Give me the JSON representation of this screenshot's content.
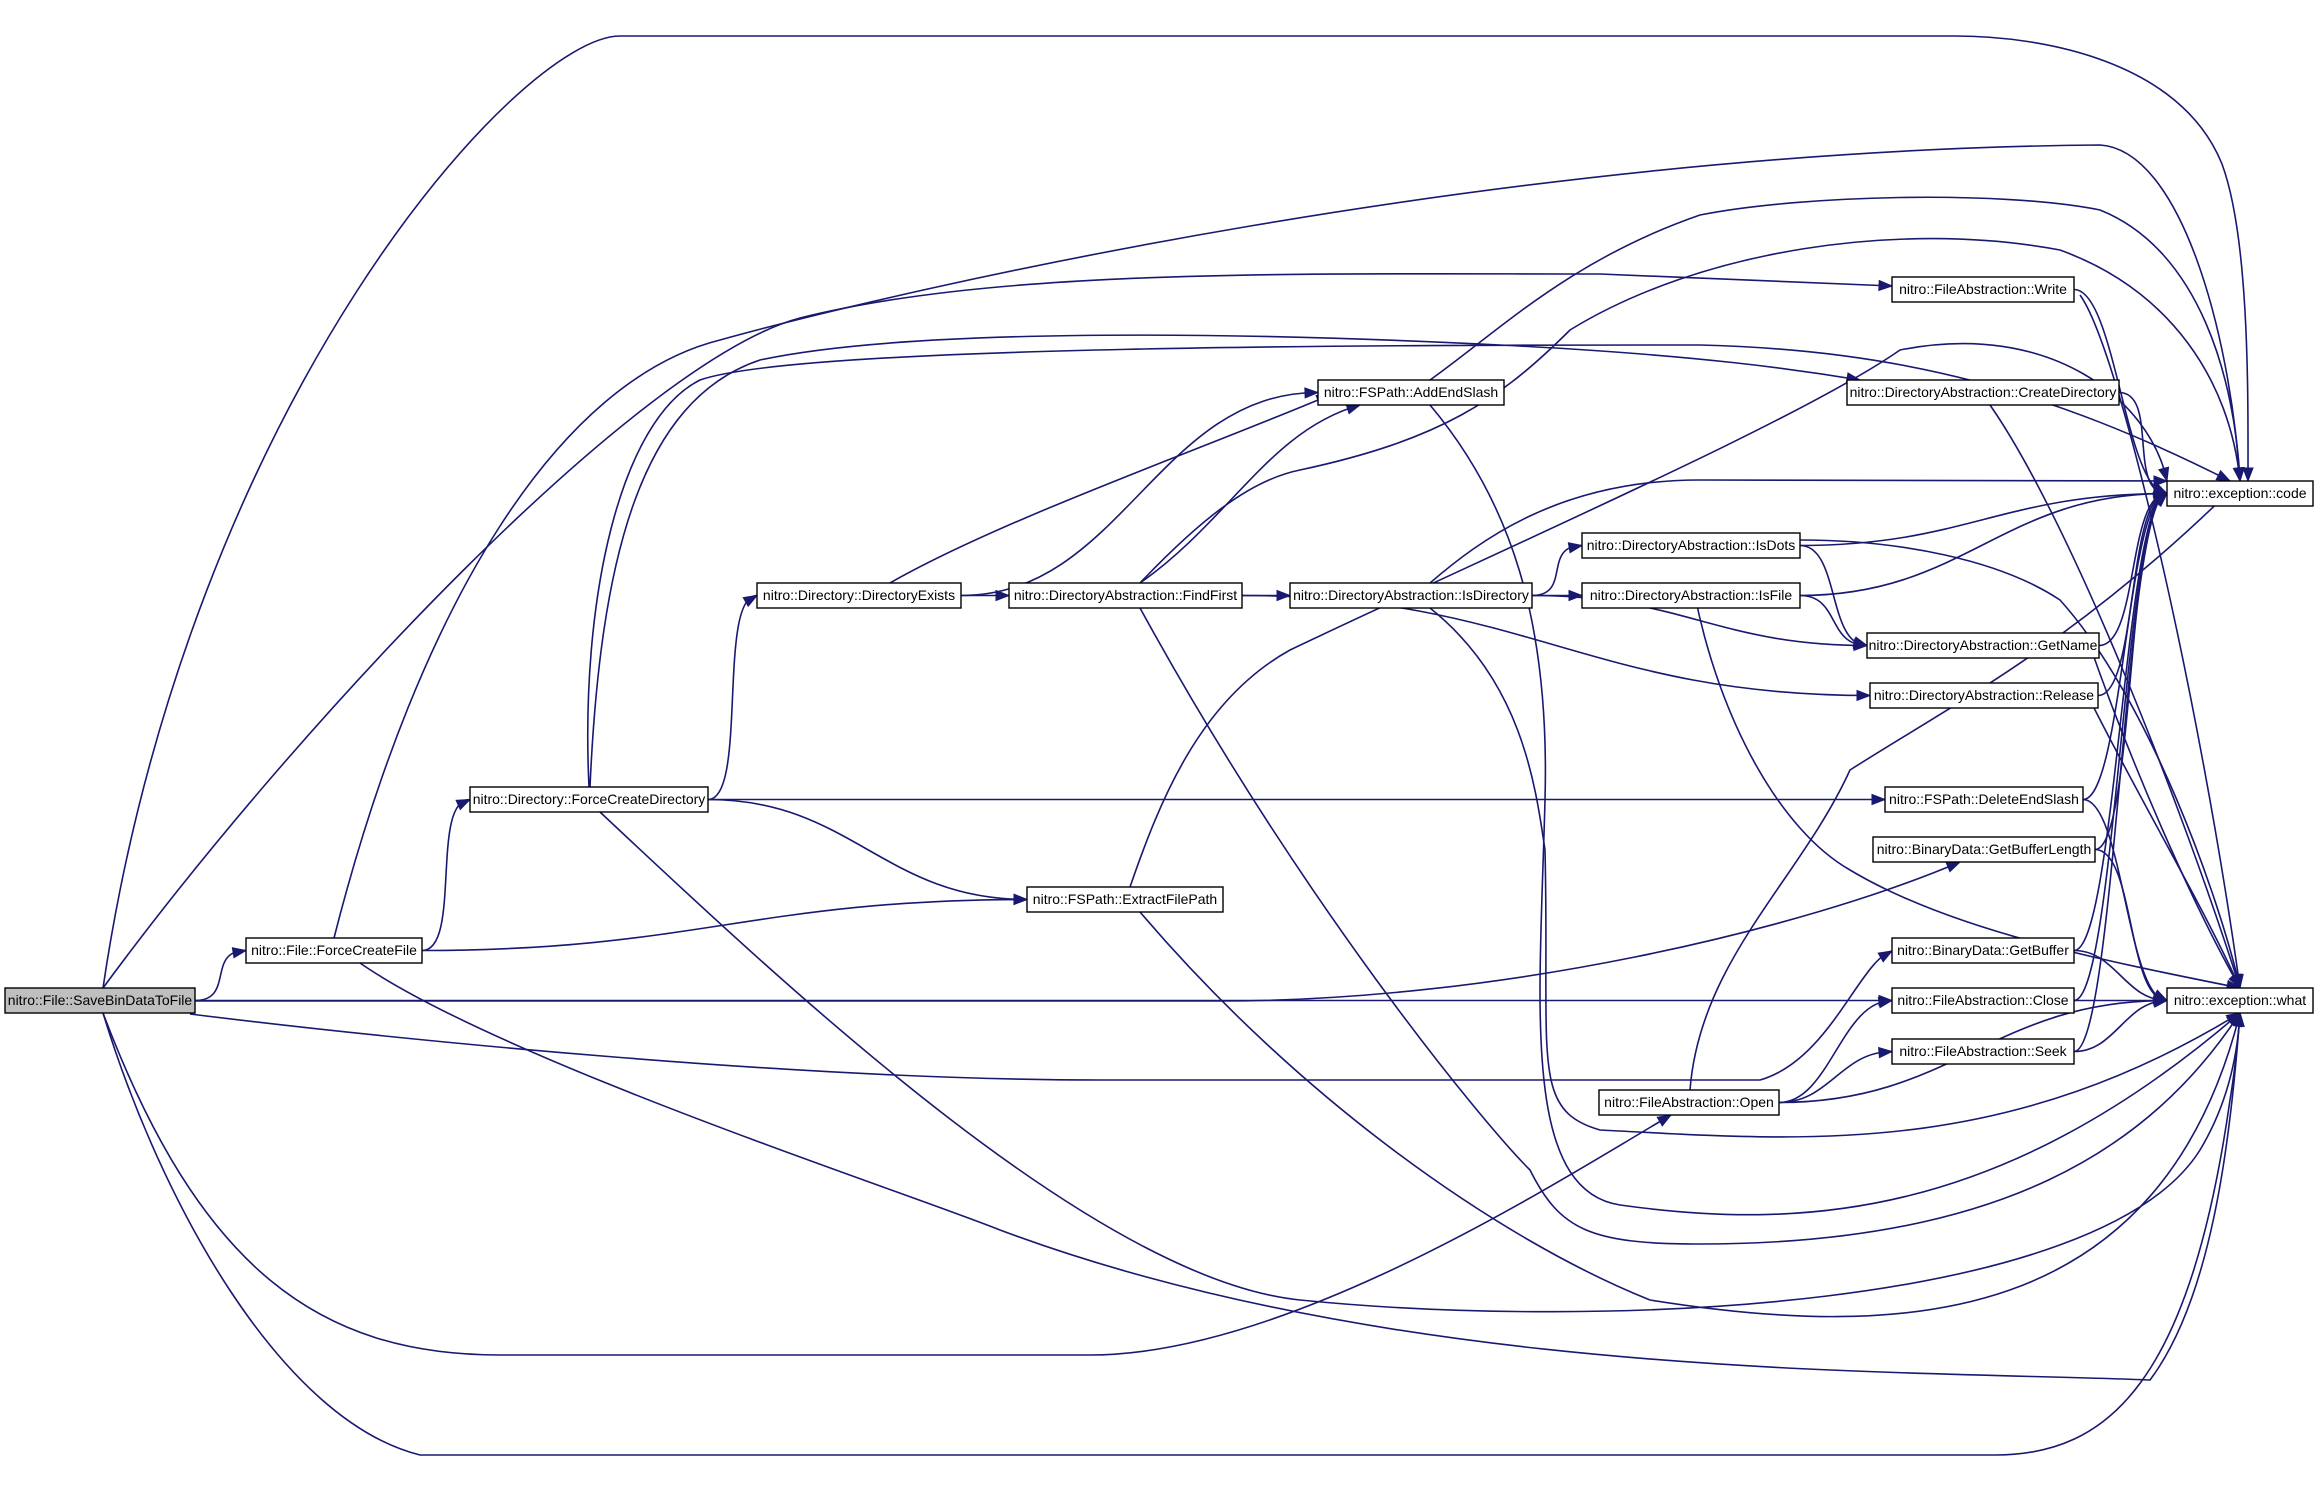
{
  "graph": {
    "nodes": [
      {
        "id": "savebin",
        "label": "nitro::File::SaveBinDataToFile",
        "root": true
      },
      {
        "id": "forcecreatefile",
        "label": "nitro::File::ForceCreateFile"
      },
      {
        "id": "forcecreatedir",
        "label": "nitro::Directory::ForceCreateDirectory"
      },
      {
        "id": "direxists",
        "label": "nitro::Directory::DirectoryExists"
      },
      {
        "id": "findfirst",
        "label": "nitro::DirectoryAbstraction::FindFirst"
      },
      {
        "id": "isdirectory",
        "label": "nitro::DirectoryAbstraction::IsDirectory"
      },
      {
        "id": "addendslash",
        "label": "nitro::FSPath::AddEndSlash"
      },
      {
        "id": "extractfilepath",
        "label": "nitro::FSPath::ExtractFilePath"
      },
      {
        "id": "isdots",
        "label": "nitro::DirectoryAbstraction::IsDots"
      },
      {
        "id": "isfile",
        "label": "nitro::DirectoryAbstraction::IsFile"
      },
      {
        "id": "open",
        "label": "nitro::FileAbstraction::Open"
      },
      {
        "id": "write",
        "label": "nitro::FileAbstraction::Write"
      },
      {
        "id": "createdirectory",
        "label": "nitro::DirectoryAbstraction::CreateDirectory"
      },
      {
        "id": "getname",
        "label": "nitro::DirectoryAbstraction::GetName"
      },
      {
        "id": "release",
        "label": "nitro::DirectoryAbstraction::Release"
      },
      {
        "id": "deleteendslash",
        "label": "nitro::FSPath::DeleteEndSlash"
      },
      {
        "id": "getbufferlength",
        "label": "nitro::BinaryData::GetBufferLength"
      },
      {
        "id": "getbuffer",
        "label": "nitro::BinaryData::GetBuffer"
      },
      {
        "id": "close",
        "label": "nitro::FileAbstraction::Close"
      },
      {
        "id": "seek",
        "label": "nitro::FileAbstraction::Seek"
      },
      {
        "id": "code",
        "label": "nitro::exception::code"
      },
      {
        "id": "what",
        "label": "nitro::exception::what"
      }
    ],
    "edges": [
      {
        "from": "savebin",
        "to": "forcecreatefile"
      },
      {
        "from": "savebin",
        "to": "open"
      },
      {
        "from": "savebin",
        "to": "getbuffer"
      },
      {
        "from": "savebin",
        "to": "getbufferlength"
      },
      {
        "from": "savebin",
        "to": "write"
      },
      {
        "from": "savebin",
        "to": "close"
      },
      {
        "from": "savebin",
        "to": "code"
      },
      {
        "from": "savebin",
        "to": "what"
      },
      {
        "from": "forcecreatefile",
        "to": "forcecreatedir"
      },
      {
        "from": "forcecreatefile",
        "to": "extractfilepath"
      },
      {
        "from": "forcecreatefile",
        "to": "code"
      },
      {
        "from": "forcecreatefile",
        "to": "what"
      },
      {
        "from": "forcecreatedir",
        "to": "direxists"
      },
      {
        "from": "forcecreatedir",
        "to": "addendslash"
      },
      {
        "from": "forcecreatedir",
        "to": "extractfilepath"
      },
      {
        "from": "forcecreatedir",
        "to": "deleteendslash"
      },
      {
        "from": "forcecreatedir",
        "to": "createdirectory"
      },
      {
        "from": "forcecreatedir",
        "to": "code"
      },
      {
        "from": "forcecreatedir",
        "to": "what"
      },
      {
        "from": "direxists",
        "to": "findfirst"
      },
      {
        "from": "direxists",
        "to": "addendslash"
      },
      {
        "from": "findfirst",
        "to": "isdirectory"
      },
      {
        "from": "findfirst",
        "to": "addendslash"
      },
      {
        "from": "findfirst",
        "to": "release"
      },
      {
        "from": "findfirst",
        "to": "code"
      },
      {
        "from": "findfirst",
        "to": "what"
      },
      {
        "from": "isdirectory",
        "to": "isfile"
      },
      {
        "from": "isdirectory",
        "to": "isdots"
      },
      {
        "from": "isdirectory",
        "to": "getname"
      },
      {
        "from": "isdirectory",
        "to": "code"
      },
      {
        "from": "isdirectory",
        "to": "what"
      },
      {
        "from": "addendslash",
        "to": "code"
      },
      {
        "from": "addendslash",
        "to": "what"
      },
      {
        "from": "extractfilepath",
        "to": "code"
      },
      {
        "from": "extractfilepath",
        "to": "what"
      },
      {
        "from": "isdots",
        "to": "getname"
      },
      {
        "from": "isdots",
        "to": "code"
      },
      {
        "from": "isdots",
        "to": "what"
      },
      {
        "from": "isfile",
        "to": "getname"
      },
      {
        "from": "isfile",
        "to": "code"
      },
      {
        "from": "isfile",
        "to": "what"
      },
      {
        "from": "open",
        "to": "close"
      },
      {
        "from": "open",
        "to": "seek"
      },
      {
        "from": "open",
        "to": "code"
      },
      {
        "from": "open",
        "to": "what"
      },
      {
        "from": "write",
        "to": "code"
      },
      {
        "from": "write",
        "to": "what"
      },
      {
        "from": "createdirectory",
        "to": "code"
      },
      {
        "from": "createdirectory",
        "to": "what"
      },
      {
        "from": "getname",
        "to": "code"
      },
      {
        "from": "getname",
        "to": "what"
      },
      {
        "from": "release",
        "to": "code"
      },
      {
        "from": "release",
        "to": "what"
      },
      {
        "from": "deleteendslash",
        "to": "code"
      },
      {
        "from": "deleteendslash",
        "to": "what"
      },
      {
        "from": "getbufferlength",
        "to": "code"
      },
      {
        "from": "getbufferlength",
        "to": "what"
      },
      {
        "from": "getbuffer",
        "to": "code"
      },
      {
        "from": "getbuffer",
        "to": "what"
      },
      {
        "from": "close",
        "to": "code"
      },
      {
        "from": "close",
        "to": "what"
      },
      {
        "from": "seek",
        "to": "code"
      },
      {
        "from": "seek",
        "to": "what"
      }
    ]
  }
}
